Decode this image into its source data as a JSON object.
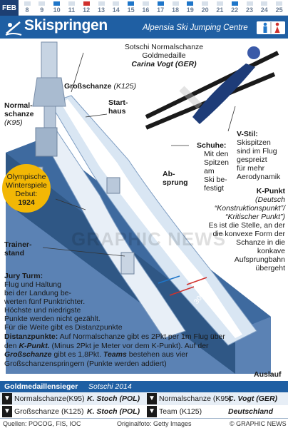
{
  "date_strip": {
    "month": "FEB",
    "days": [
      {
        "d": "8",
        "state": "off"
      },
      {
        "d": "9",
        "state": "off"
      },
      {
        "d": "10",
        "state": "on"
      },
      {
        "d": "11",
        "state": "off"
      },
      {
        "d": "12",
        "state": "red"
      },
      {
        "d": "13",
        "state": "off"
      },
      {
        "d": "14",
        "state": "off"
      },
      {
        "d": "15",
        "state": "on"
      },
      {
        "d": "16",
        "state": "off"
      },
      {
        "d": "17",
        "state": "on"
      },
      {
        "d": "18",
        "state": "off"
      },
      {
        "d": "19",
        "state": "on"
      },
      {
        "d": "20",
        "state": "off"
      },
      {
        "d": "21",
        "state": "off"
      },
      {
        "d": "22",
        "state": "on"
      },
      {
        "d": "23",
        "state": "off"
      },
      {
        "d": "24",
        "state": "off"
      },
      {
        "d": "25",
        "state": "off"
      }
    ]
  },
  "header": {
    "title": "Skispringen",
    "venue": "Alpensia Ski Jumping Centre",
    "logo_icon": "snowflake-logo-icon",
    "restroom_icon": "restroom-icon"
  },
  "colors": {
    "brand_blue": "#1f5fa3",
    "dark_blue": "#1d3f73",
    "gold": "#f2b705",
    "red": "#d0312d"
  },
  "labels": {
    "medal_line1": "Sotschi Normalschanze",
    "medal_line2": "Goldmedaille",
    "medal_name": "Carina Vogt (GER)",
    "grossschanze": "Großschanze",
    "grossschanze_k": "(K125)",
    "normalschanze_1": "Normal-",
    "normalschanze_2": "schanze",
    "normalschanze_k": "(K95)",
    "starthaus_1": "Start-",
    "starthaus_2": "haus",
    "olympic_1": "Olympische",
    "olympic_2": "Winterspiele",
    "olympic_3": "Debut:",
    "olympic_year": "1924",
    "absprung_1": "Ab-",
    "absprung_2": "sprung",
    "trainer_1": "Trainer-",
    "trainer_2": "stand",
    "schuhe_title": "Schuhe:",
    "schuhe_text": [
      "Mit den",
      "Spitzen",
      "am",
      "Ski be-",
      "festigt"
    ],
    "vstil_title": "V-Stil:",
    "vstil_text": [
      "Skispitzen",
      "sind im Flug",
      "gespreizt",
      "für mehr",
      "Aerodynamik"
    ],
    "kpunkt_title": "K-Punkt",
    "kpunkt_sub1": "(Deutsch",
    "kpunkt_sub2": "“Konstruktionspunkt”/",
    "kpunkt_sub3": "“Kritischer Punkt”)",
    "kpunkt_text": [
      "Es ist die Stelle, an der",
      "die konvexe Form der",
      "Schanze in die",
      "konkave",
      "Aufsprungbahn",
      "übergeht"
    ],
    "jury_title": "Jury Turm:",
    "jury_text": [
      "Flug und Haltung",
      "bei der Landung be-",
      "werten fünf Punktrichter.",
      "Höchste und niedrigste",
      "Punkte werden nicht gezählt.",
      "Für die Weite gibt es Distanzpunkte"
    ],
    "distance_label": "300m",
    "auslauf": "Auslauf",
    "watermark": "GRAPHIC NEWS",
    "distanz_title": "Distanzpunkte:",
    "distanz_text": [
      "Auf Normalschanze",
      "gibt es 2Pkt per 1m Flug über den",
      "K-Punkt.",
      "(Minus 2Pkt je Meter vor dem K-Punkt). Auf der",
      "Großschanze",
      "gibt es 1,8Pkt.",
      "Teams",
      "bestehen",
      "aus vier Großschanzenspringern (Punkte werden addiert)"
    ]
  },
  "gold_table": {
    "title": "Goldmedaillensieger",
    "subtitle": "Sotschi 2014",
    "rows": [
      {
        "left_event": "Normalschanze(K95)",
        "left_winner": "K. Stoch (POL)",
        "right_event": "Normalschanze (K95)",
        "right_winner": "C. Vogt (GER)"
      },
      {
        "left_event": "Großschanze (K125)",
        "left_winner": "K. Stoch (POL)",
        "right_event": "Team (K125)",
        "right_winner": "Deutschland"
      }
    ]
  },
  "footer": {
    "sources": "Quellen: POCOG, FIS, IOC",
    "photo": "Originalfoto: Getty Images",
    "copyright": "© GRAPHIC NEWS"
  }
}
